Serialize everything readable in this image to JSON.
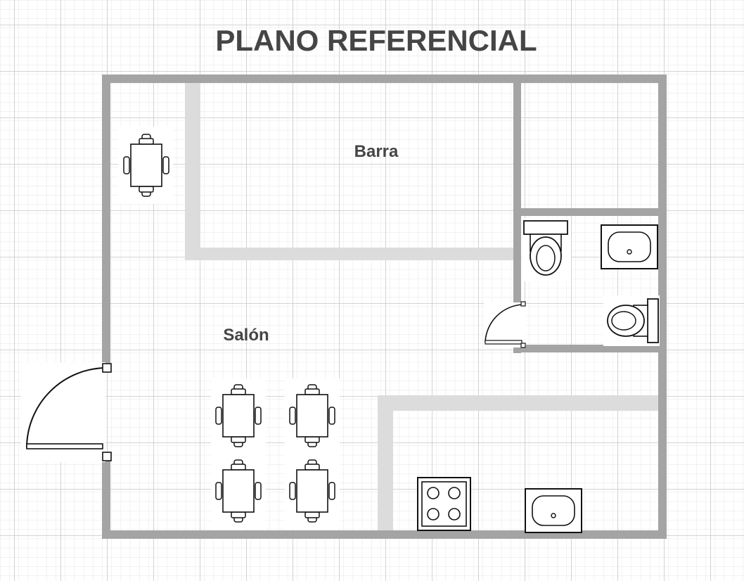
{
  "title": "PLANO REFERENCIAL",
  "rooms": {
    "barra": "Barra",
    "salon": "Salón"
  },
  "colors": {
    "wall": "#a4a4a4",
    "inner_wall": "#dcdcdc",
    "grid_minor": "#e6e6e6",
    "grid_major": "#c4c4c4",
    "text": "#454545",
    "fixture_stroke": "#111111"
  },
  "icons": {
    "table": "table-with-chairs-icon",
    "toilet": "toilet-icon",
    "sink": "sink-icon",
    "stove": "stove-icon",
    "door": "door-swing-icon"
  }
}
